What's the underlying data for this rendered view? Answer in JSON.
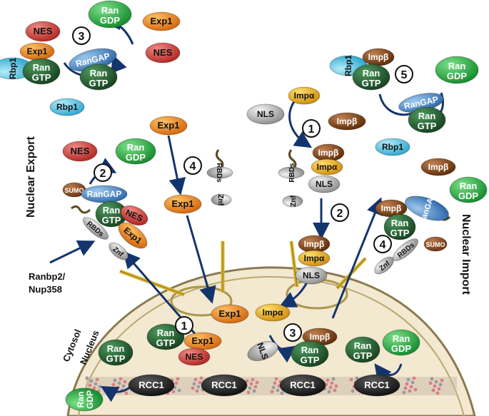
{
  "side_labels": {
    "export": "Nuclear Export",
    "import": "Nuclear Import",
    "cytosol": "Cytosol",
    "nucleus": "Nucleus",
    "ranbp2_line1": "Ranbp2/",
    "ranbp2_line2": "Nup358"
  },
  "steps": [
    "1",
    "2",
    "3",
    "4",
    "5"
  ],
  "proteins": {
    "ran": "Ran",
    "gdp": "GDP",
    "gtp": "GTP",
    "exp1": "Exp1",
    "nes": "NES",
    "rbp1": "Rbp1",
    "rangap": "RanGAP",
    "sumo": "SUMO",
    "nls": "NLS",
    "imp_alpha": "Impα",
    "imp_beta": "Impβ",
    "rcc1": "RCC1",
    "rbds": "RBDs",
    "znf": "Znf"
  },
  "colors": {
    "ran_gtp": "#1f5a30",
    "ran_gdp": "#1fa83a",
    "exp1": "#f08a1c",
    "nes": "#d6403a",
    "rbp1": "#4fc6e6",
    "rangap": "#3f86c6",
    "sumo": "#8a4a22",
    "imp_beta": "#7a3e10",
    "imp_alpha": "#f0b21a",
    "nls": "#b8b8b8",
    "rcc1": "#1c1c1c",
    "arrow": "#14346e",
    "nucleus": "#f3e8d0",
    "envelope": "#8a7a50"
  }
}
